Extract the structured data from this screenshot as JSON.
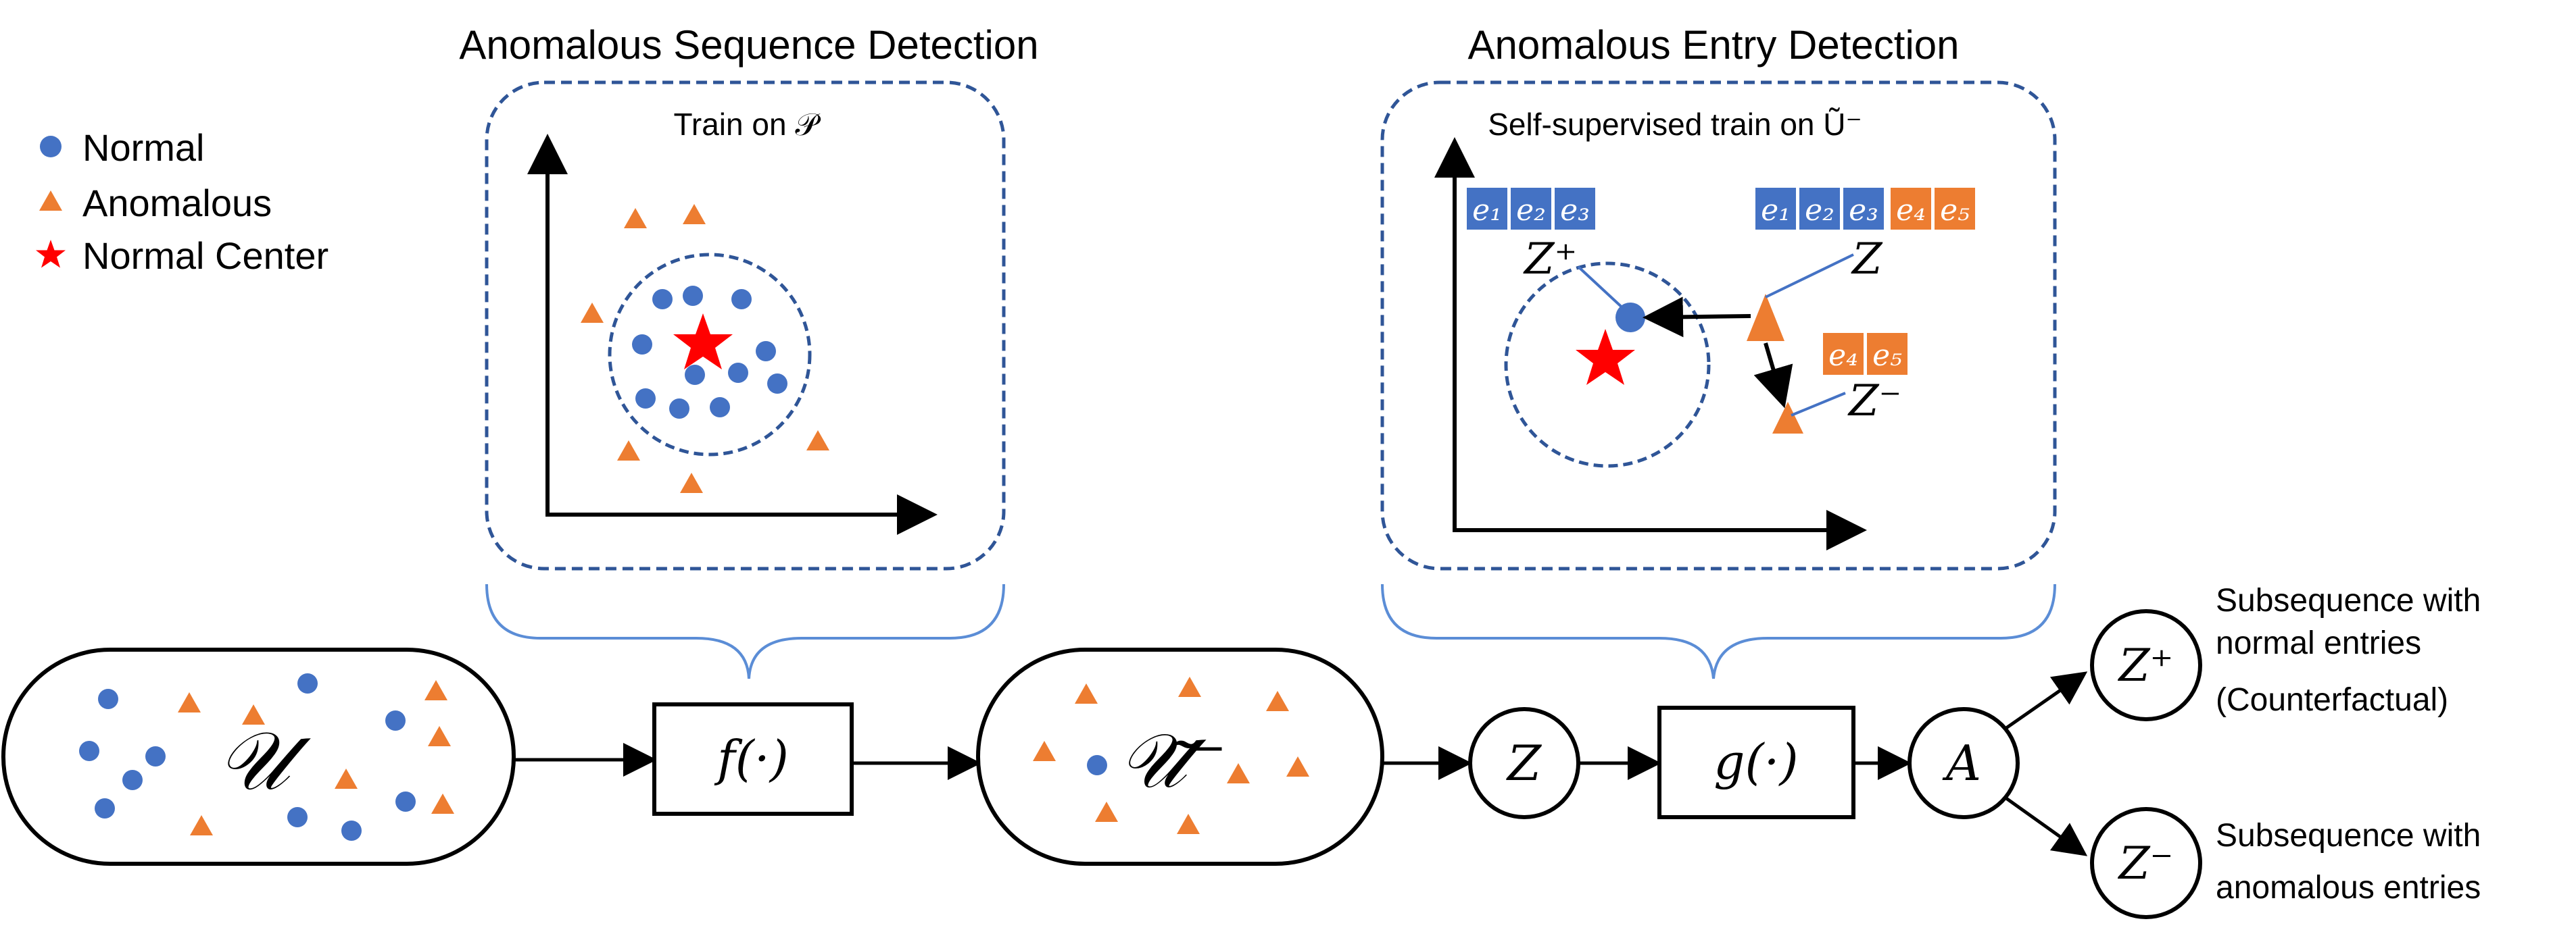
{
  "legend": {
    "normal": "Normal",
    "anomalous": "Anomalous",
    "normal_center": "Normal Center"
  },
  "panel_left": {
    "title": "Anomalous Sequence Detection",
    "subtitle": "Train on 𝒫"
  },
  "panel_right": {
    "title": "Anomalous Entry Detection",
    "subtitle": "Self-supervised train on Ũ⁻",
    "label_zplus": "Z⁺",
    "label_z": "Z",
    "label_zminus": "Z⁻",
    "entries_zplus": [
      "e₁",
      "e₂",
      "e₃"
    ],
    "entries_z": [
      "e₁",
      "e₂",
      "e₃",
      "e₄",
      "e₅"
    ],
    "entries_zminus": [
      "e₄",
      "e₅"
    ]
  },
  "flow": {
    "u_label": "𝒰",
    "f_label": "f(·)",
    "u_tilde_label": "𝒰̃⁻",
    "z_label": "Z",
    "g_label": "g(·)",
    "a_label": "A",
    "zplus_label": "Z⁺",
    "zminus_label": "Z⁻",
    "zplus_desc": [
      "Subsequence with",
      "normal entries",
      "(Counterfactual)"
    ],
    "zminus_desc": [
      "Subsequence with",
      "anomalous entries"
    ]
  },
  "colors": {
    "normal": "#4472C4",
    "anomalous": "#ED7D31",
    "center": "#FF0000",
    "dashed_border": "#2F5597",
    "brace": "#5B8DD6",
    "line": "#000000"
  }
}
